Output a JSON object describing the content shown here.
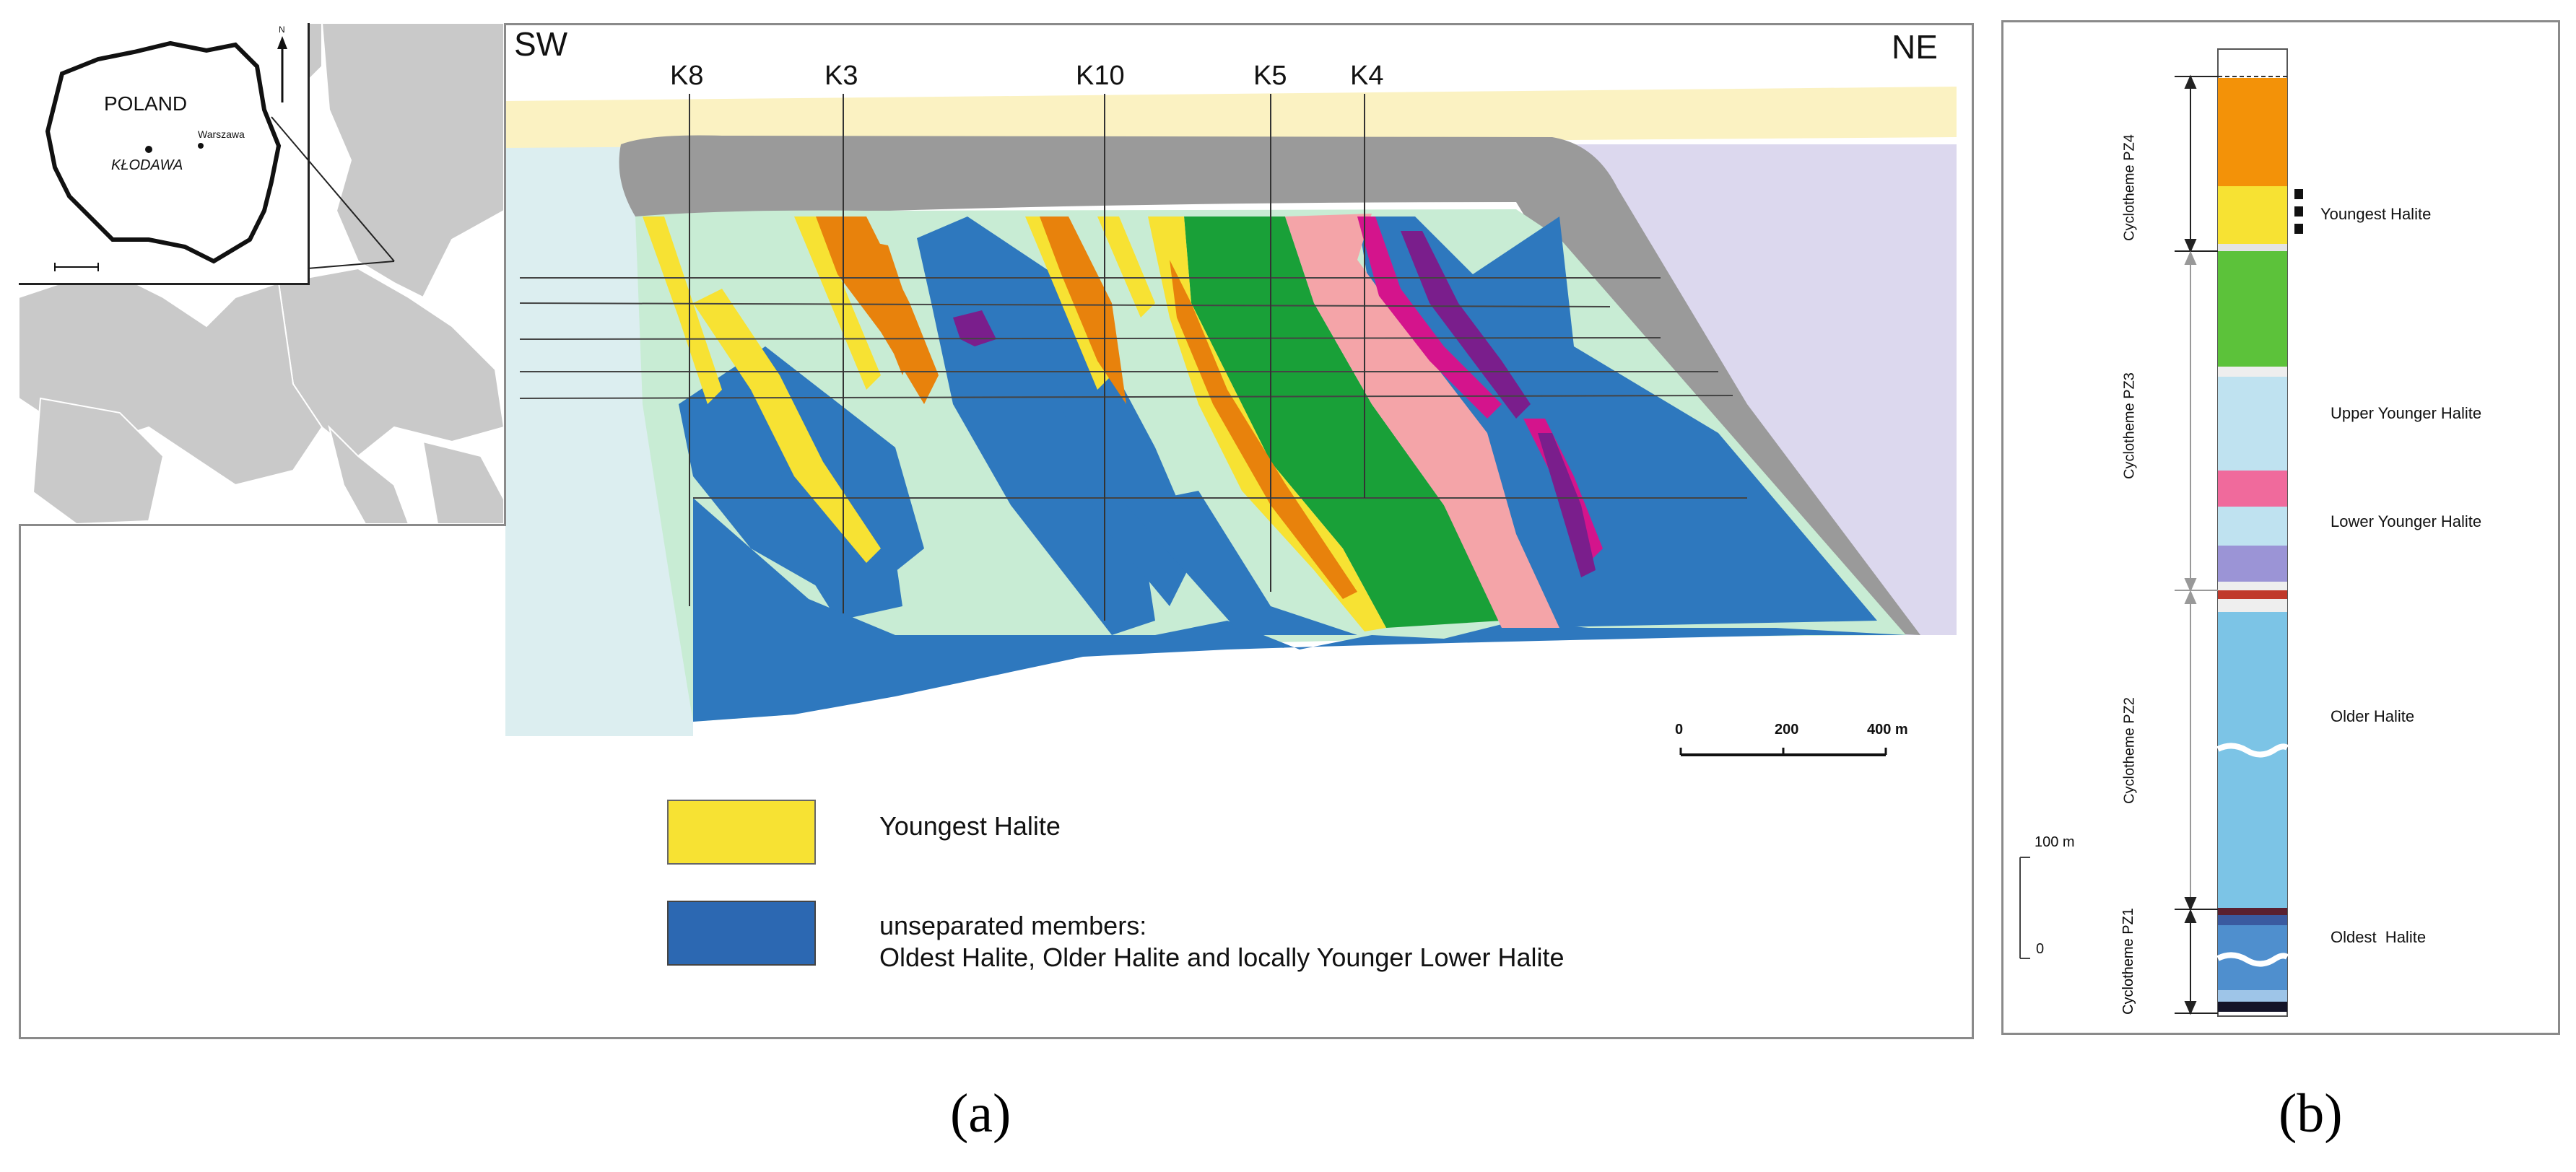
{
  "panel_a": {
    "orientation": {
      "left": "SW",
      "right": "NE"
    },
    "boreholes": [
      "K8",
      "K3",
      "K10",
      "K5",
      "K4"
    ],
    "inset": {
      "country": "POLAND",
      "city": "KŁODAWA",
      "capital": "Warszawa",
      "north": "N"
    },
    "scale": {
      "ticks": [
        "0",
        "200",
        "400 m"
      ]
    },
    "legend": [
      {
        "label": "Youngest Halite",
        "color": "#f7e233"
      },
      {
        "label_lines": [
          "unseparated members:",
          "Oldest Halite, Older Halite and locally Younger Lower Halite"
        ],
        "color": "#2c68b2"
      }
    ],
    "colors": {
      "cover": "#fbf2c2",
      "caprock": "#9a9a9a",
      "background_left": "#dceef0",
      "background_right": "#dcd8ee",
      "light_green": "#c8ecd4",
      "blue": "#2e78be",
      "yellow": "#f7e233",
      "orange": "#e8820c",
      "green": "#19a038",
      "pink": "#f4a4a8",
      "magenta": "#d4148c",
      "purple": "#7a1e8c"
    }
  },
  "panel_b": {
    "cyclothemes": [
      {
        "label": "Cyclotheme PZ4"
      },
      {
        "label": "Cyclotheme PZ3"
      },
      {
        "label": "Cyclotheme PZ2"
      },
      {
        "label": "Cyclotheme PZ1"
      }
    ],
    "unit_labels": [
      "Youngest Halite",
      "Upper Younger Halite",
      "Lower Younger Halite",
      "Older Halite",
      "Oldest  Halite"
    ],
    "scale": {
      "top": "100 m",
      "bottom": "0"
    }
  },
  "figure_labels": {
    "a": "(a)",
    "b": "(b)"
  }
}
